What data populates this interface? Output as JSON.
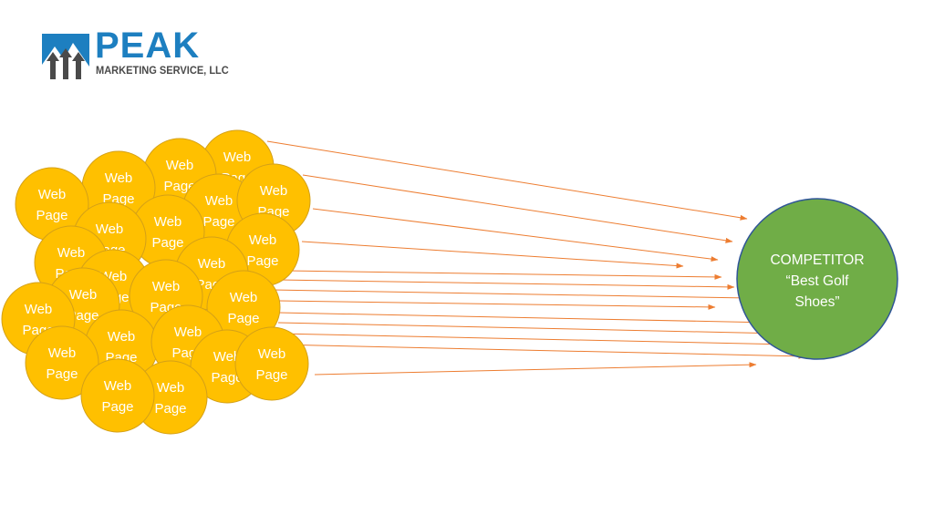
{
  "logo": {
    "name": "PEAK",
    "subtitle": "MARKETING SERVICE, LLC",
    "brand_color": "#1d7fc0",
    "icon": "mountain-arrows-icon"
  },
  "colors": {
    "web_page_fill": "#ffc000",
    "web_page_stroke": "#d4a017",
    "competitor_fill": "#70ad47",
    "competitor_stroke": "#2f5597",
    "arrow": "#ed7d31"
  },
  "web_page": {
    "line1": "Web",
    "line2": "Page"
  },
  "competitor": {
    "line1": "COMPETITOR",
    "line2": "“Best Golf",
    "line3": "Shoes”"
  }
}
